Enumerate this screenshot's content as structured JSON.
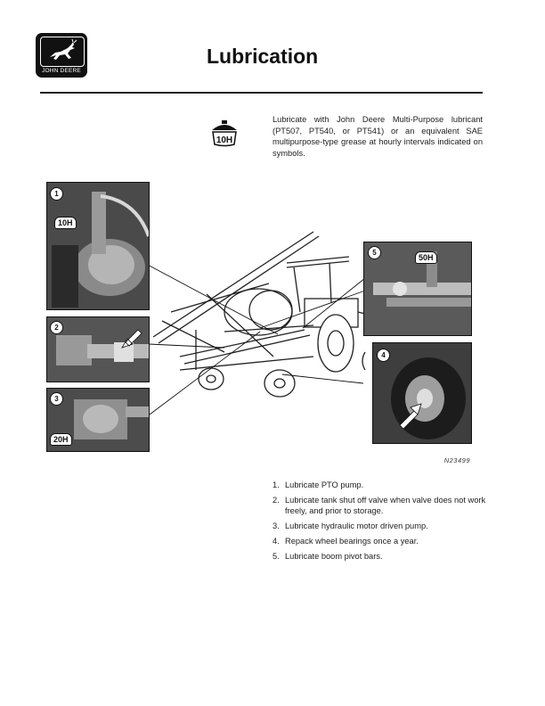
{
  "logo": {
    "brand_text": "JOHN DEERE"
  },
  "page": {
    "title": "Lubrication"
  },
  "intro": {
    "interval_symbol": "10H",
    "text": "Lubricate with John Deere Multi-Purpose lubricant (PT507, PT540, or PT541) or an equivalent SAE multipurpose-type grease at hourly intervals indicated on symbols."
  },
  "figure": {
    "code": "N23499",
    "callouts": [
      {
        "number": "1",
        "hours": "10H"
      },
      {
        "number": "2",
        "hours": ""
      },
      {
        "number": "3",
        "hours": "20H"
      },
      {
        "number": "4",
        "hours": ""
      },
      {
        "number": "5",
        "hours": "50H"
      }
    ]
  },
  "steps": [
    {
      "number": "1.",
      "text": "Lubricate PTO pump."
    },
    {
      "number": "2.",
      "text": "Lubricate tank shut off valve when valve does not work freely, and prior to storage."
    },
    {
      "number": "3.",
      "text": "Lubricate hydraulic motor driven pump."
    },
    {
      "number": "4.",
      "text": "Repack wheel bearings once a year."
    },
    {
      "number": "5.",
      "text": "Lubricate boom pivot bars."
    }
  ]
}
